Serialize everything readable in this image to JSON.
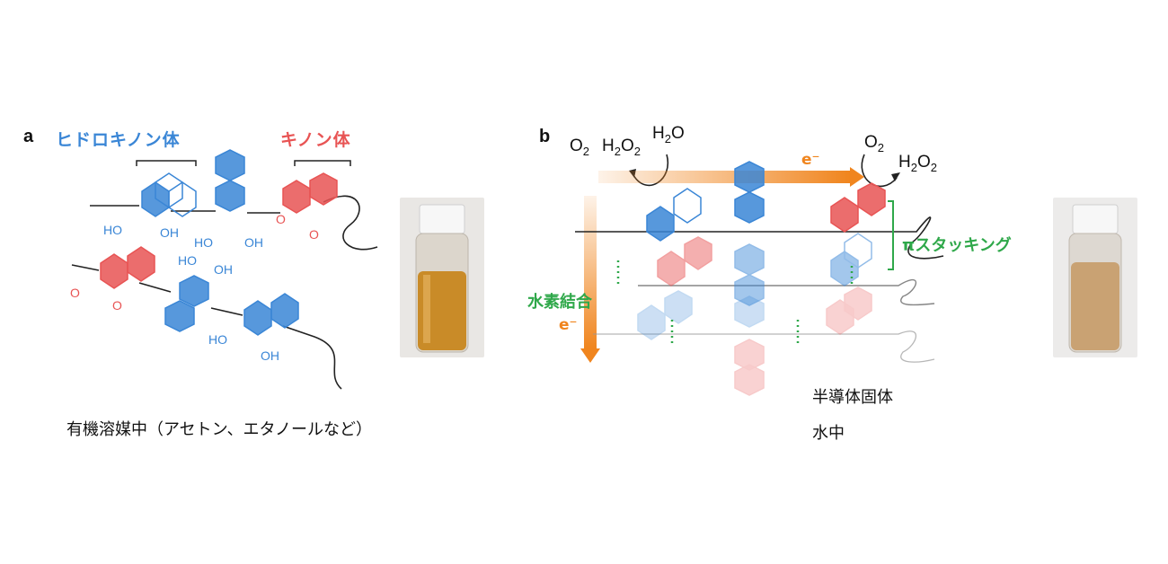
{
  "panel_a": {
    "letter": "a",
    "hydroquinone_label": "ヒドロキノン体",
    "quinone_label": "キノン体",
    "caption": "有機溶媒中（アセトン、エタノールなど）",
    "oh": "OH",
    "ho": "HO",
    "o": "O"
  },
  "panel_b": {
    "letter": "b",
    "o2_left": "O",
    "h2o2_left_h": "H",
    "h2o2_left_o": "O",
    "h2o": "H",
    "h2o_o": "O",
    "o2_right": "O",
    "h2o2_right_h": "H",
    "h2o2_right_o": "O",
    "sub2": "2",
    "electron": "e⁻",
    "electron_v": "e⁻",
    "hbond_label": "水素結合",
    "stacking_label": "πスタッキング",
    "solid_label": "半導体固体",
    "water_label": "水中"
  },
  "colors": {
    "blue": "#3a86d6",
    "red": "#e85454",
    "green": "#2fa84a",
    "orange": "#f0851e"
  }
}
